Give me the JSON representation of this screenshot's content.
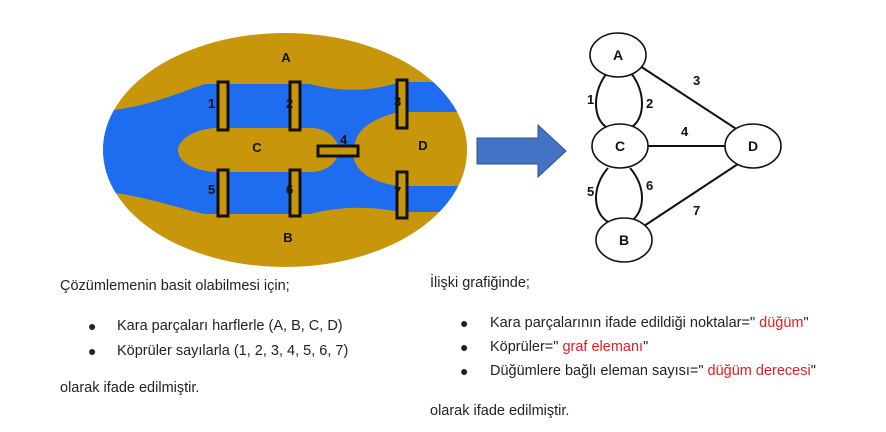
{
  "map": {
    "land_labels": {
      "a": "A",
      "b": "B",
      "c": "C",
      "d": "D"
    },
    "bridge_labels": [
      "1",
      "2",
      "3",
      "4",
      "5",
      "6",
      "7"
    ],
    "colors": {
      "land": "#c8960a",
      "water": "#1e6cf0",
      "bridge": "#111111"
    }
  },
  "arrow": {
    "color": "#4472c4"
  },
  "graph": {
    "nodes": {
      "a": "A",
      "b": "B",
      "c": "C",
      "d": "D"
    },
    "edges": [
      "1",
      "2",
      "3",
      "4",
      "5",
      "6",
      "7"
    ]
  },
  "left_text": {
    "intro": "Çözümlemenin basit olabilmesi için;",
    "bullets": [
      "Kara parçaları harflerle (A, B, C, D)",
      "Köprüler sayılarla (1, 2, 3, 4, 5, 6, 7)"
    ],
    "outro": "olarak ifade edilmiştir."
  },
  "right_text": {
    "intro": "İlişki grafiğinde;",
    "bullets": [
      {
        "prefix": "Kara parçalarının ifade edildiği noktalar=\" ",
        "highlight": "düğüm",
        "suffix": "\""
      },
      {
        "prefix": "Köprüler=\" ",
        "highlight": "graf elemanı",
        "suffix": "\""
      },
      {
        "prefix": "Düğümlere bağlı eleman sayısı=\" ",
        "highlight": "düğüm derecesi",
        "suffix": "\""
      }
    ],
    "outro": "olarak ifade edilmiştir."
  }
}
